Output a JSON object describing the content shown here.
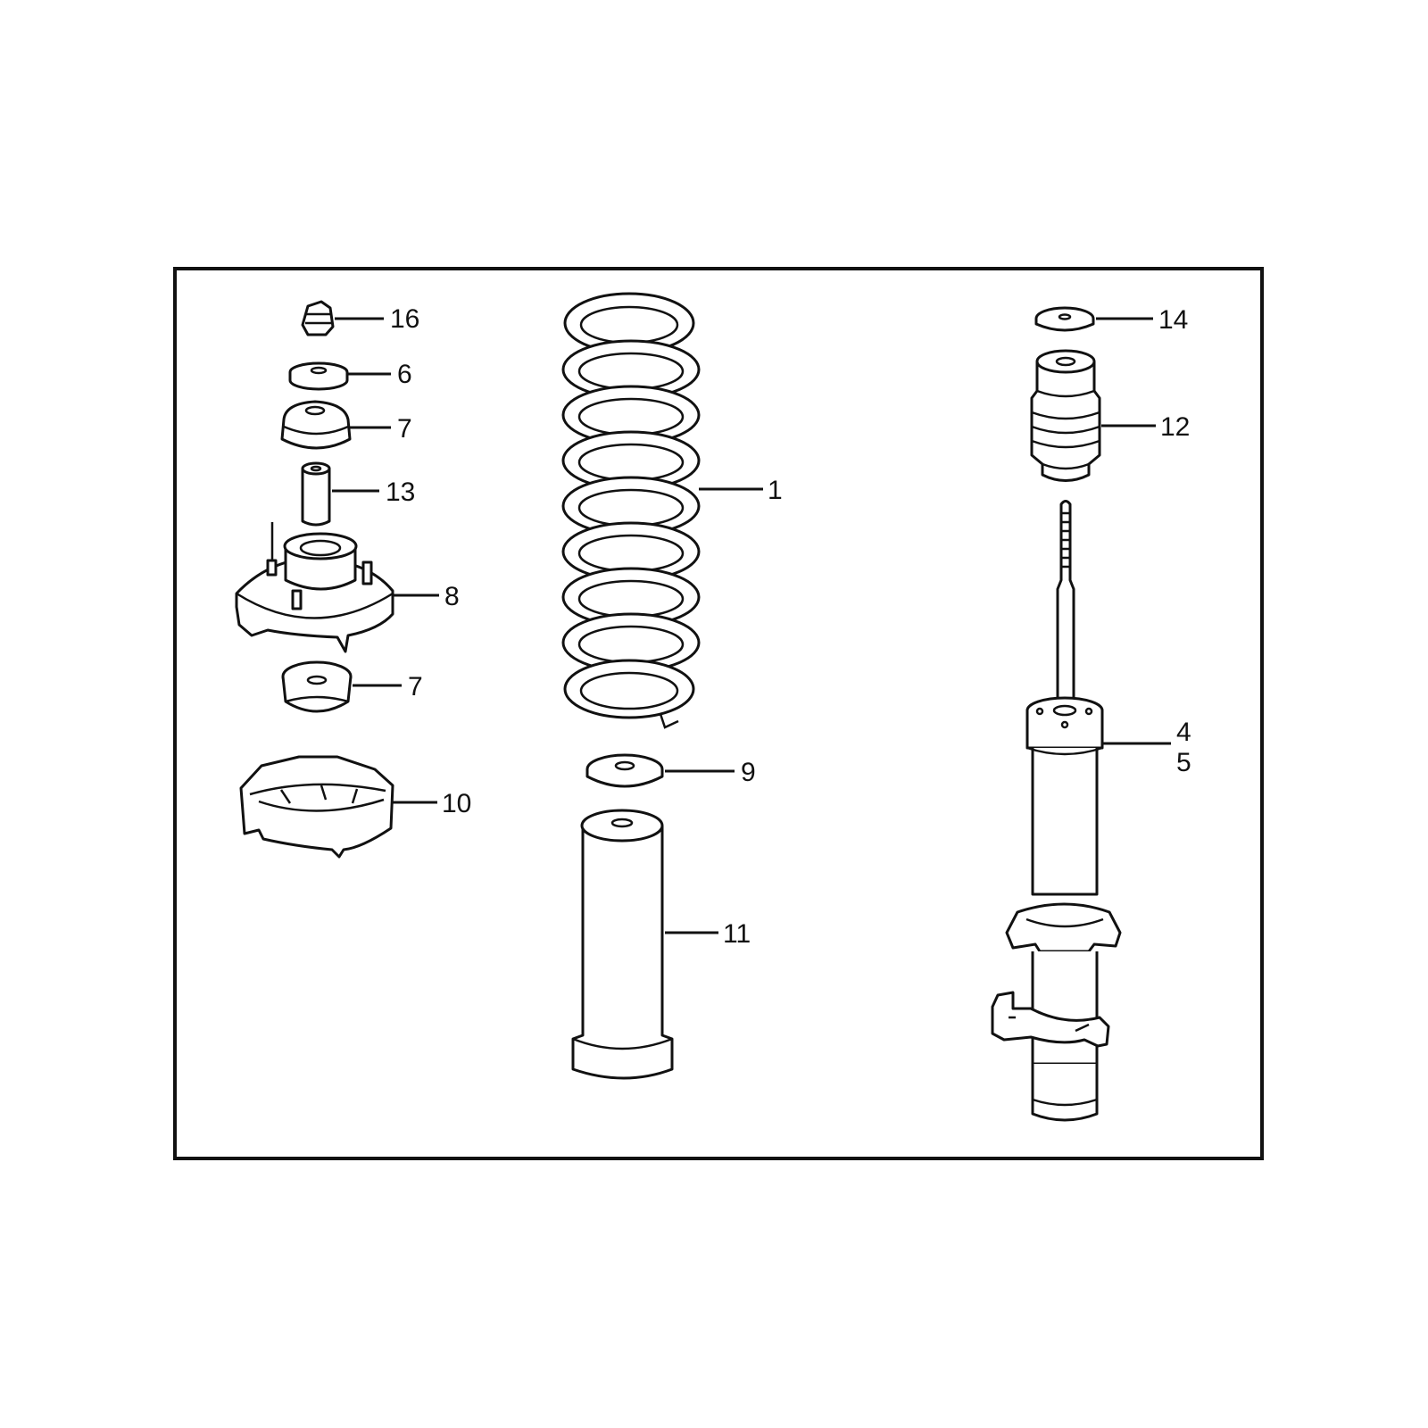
{
  "diagram": {
    "type": "exploded-parts-diagram",
    "frame_color": "#111111",
    "background": "#ffffff",
    "callouts": [
      {
        "id": "16",
        "label": "16"
      },
      {
        "id": "6",
        "label": "6"
      },
      {
        "id": "7a",
        "label": "7"
      },
      {
        "id": "13",
        "label": "13"
      },
      {
        "id": "8",
        "label": "8"
      },
      {
        "id": "7b",
        "label": "7"
      },
      {
        "id": "10",
        "label": "10"
      },
      {
        "id": "1",
        "label": "1"
      },
      {
        "id": "9",
        "label": "9"
      },
      {
        "id": "11",
        "label": "11"
      },
      {
        "id": "14",
        "label": "14"
      },
      {
        "id": "12",
        "label": "12"
      },
      {
        "id": "4",
        "label": "4"
      },
      {
        "id": "5",
        "label": "5"
      }
    ]
  }
}
